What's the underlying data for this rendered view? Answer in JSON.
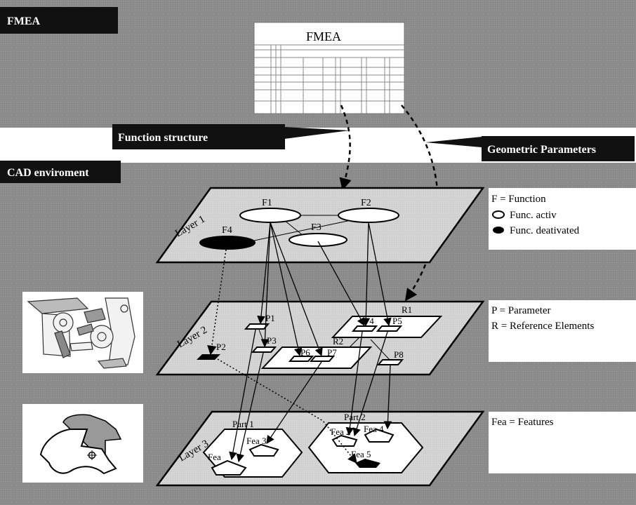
{
  "sections": {
    "fmea_tag": "FMEA",
    "cad_tag": "CAD enviroment"
  },
  "callouts": {
    "function_structure": "Function structure",
    "geometric_parameters": "Geometric Parameters"
  },
  "fmea_table": {
    "title": "FMEA"
  },
  "layers": {
    "layer1": "Layer 1",
    "layer2": "Layer 2",
    "layer3": "Layer 3"
  },
  "layer1_nodes": {
    "f1": "F1",
    "f2": "F2",
    "f3": "F3",
    "f4": "F4"
  },
  "layer2_nodes": {
    "p1": "P1",
    "p2": "P2",
    "p3": "P3",
    "p4": "P4",
    "p5": "P5",
    "p6": "P6",
    "p7": "P7",
    "p8": "P8",
    "r1": "R1",
    "r2": "R2"
  },
  "layer3_nodes": {
    "part1": "Part 1",
    "part2": "Part 2",
    "fea1": "Fea",
    "fea2": "Fea 2",
    "fea3": "Fea 3",
    "fea4": "Fea 4",
    "fea5": "Fea 5"
  },
  "legend1": {
    "function_def": "F =  Function",
    "active": "Func. activ",
    "deactivated": "Func. deativated"
  },
  "legend2": {
    "parameter_def": "P  = Parameter",
    "reference_def": "R = Reference Elements"
  },
  "legend3": {
    "features_def": "Fea = Features"
  },
  "colors": {
    "band": "#8c8c8c",
    "plane": "#d3d3d3",
    "tag_bg": "#111111",
    "white": "#ffffff"
  }
}
